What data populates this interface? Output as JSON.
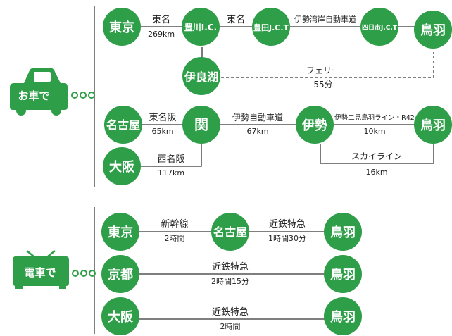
{
  "colors": {
    "node_fill": "#2e9e48",
    "node_text": "#ffffff",
    "line": "#333333",
    "divider": "#555555",
    "dots": "#2e9e48"
  },
  "car_section": {
    "label": "お車で",
    "icon": "car-icon",
    "routes": {
      "tokyo_start": "東京",
      "toyokawa": "豊川I.C.",
      "toyota_jct": "豊田J.C.T",
      "yokkaichi_jct": "四日市J.C.T",
      "toba_1": "鳥羽",
      "irago": "伊良湖",
      "nagoya": "名古屋",
      "seki": "関",
      "ise": "伊勢",
      "toba_2": "鳥羽",
      "osaka": "大阪"
    },
    "edges": {
      "tomei_1_name": "東名",
      "tomei_1_dist": "269km",
      "tomei_2_name": "東名",
      "isewangan_name": "伊勢湾岸自動車道",
      "ferry_name": "フェリー",
      "ferry_time": "55分",
      "meihan_name": "東名阪",
      "meihan_dist": "65km",
      "ise_expy_name": "伊勢自動車道",
      "ise_expy_dist": "67km",
      "futami_name": "伊勢二見鳥羽ライン・R42",
      "futami_dist": "10km",
      "skyline_name": "スカイライン",
      "skyline_dist": "16km",
      "nishimeihan_name": "西名阪",
      "nishimeihan_dist": "117km"
    }
  },
  "train_section": {
    "label": "電車で",
    "icon": "train-icon",
    "routes": [
      {
        "from": "東京",
        "via": "名古屋",
        "to": "鳥羽",
        "leg1_name": "新幹線",
        "leg1_time": "2時間",
        "leg2_name": "近鉄特急",
        "leg2_time": "1時間30分"
      },
      {
        "from": "京都",
        "to": "鳥羽",
        "line_name": "近鉄特急",
        "line_time": "2時間15分"
      },
      {
        "from": "大阪",
        "to": "鳥羽",
        "line_name": "近鉄特急",
        "line_time": "2時間"
      }
    ]
  }
}
